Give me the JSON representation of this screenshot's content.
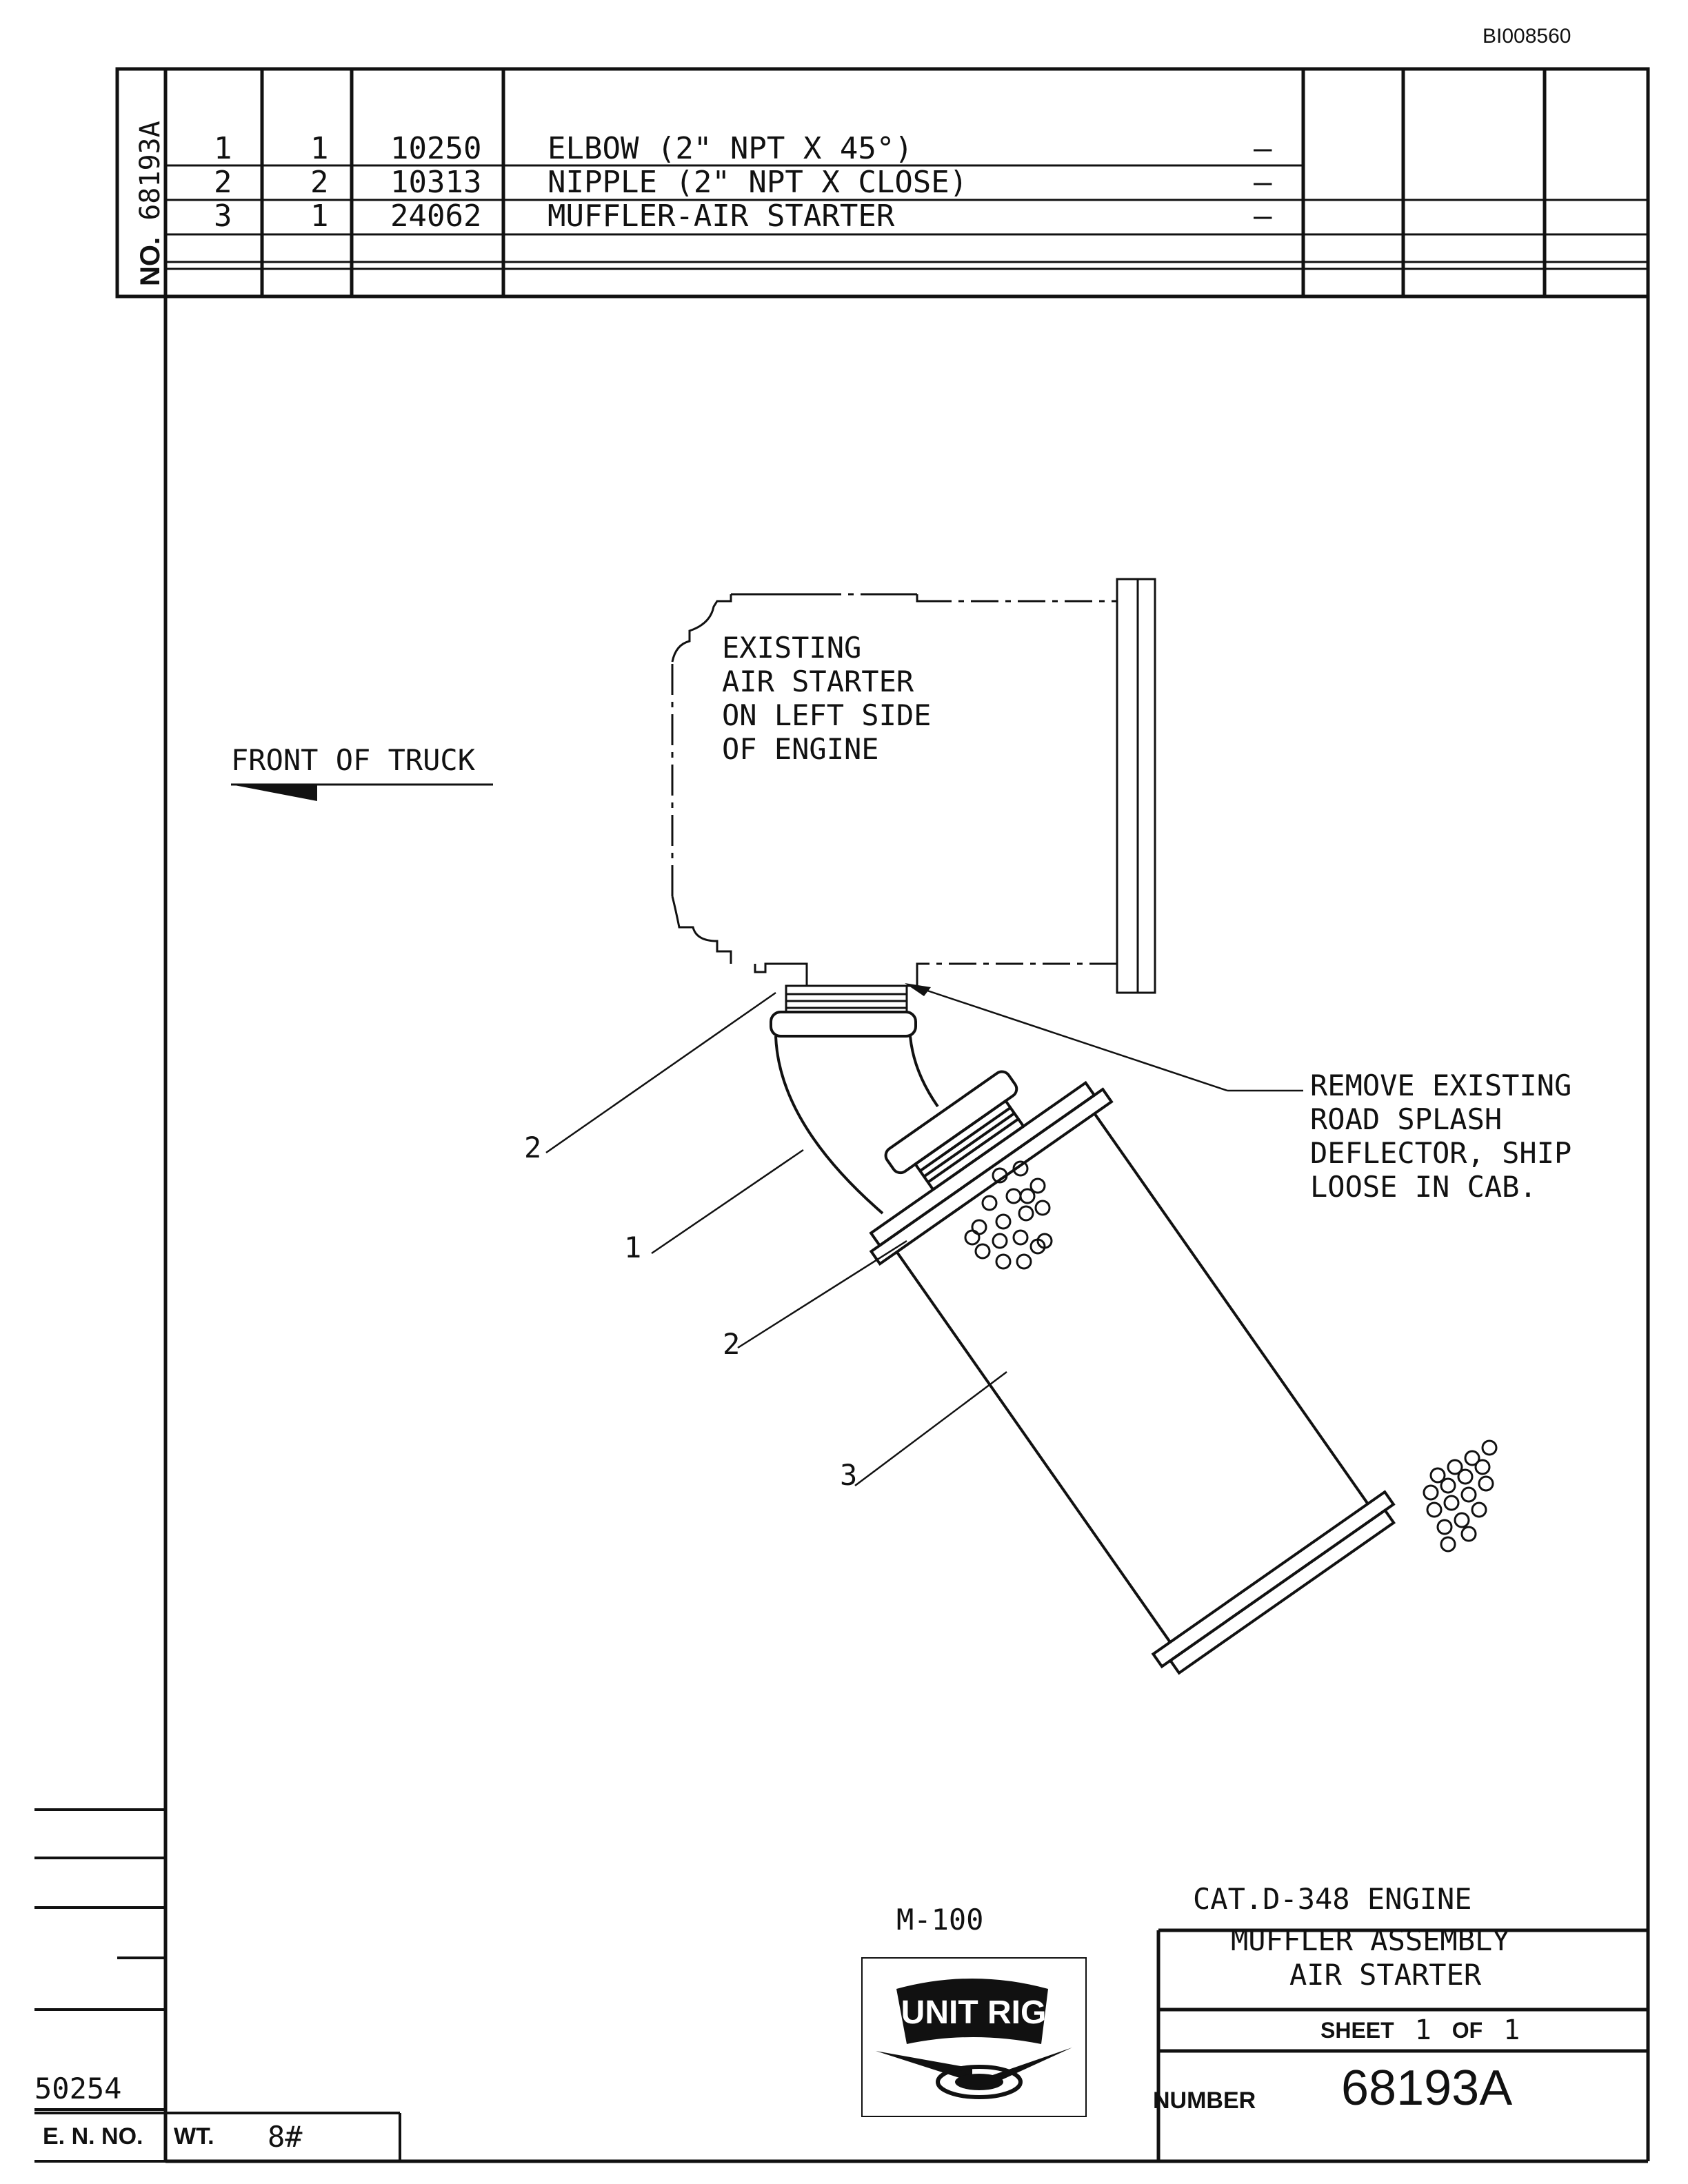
{
  "document_id": "BI008560",
  "bom": {
    "drawing_no_label": "NO.",
    "drawing_no": "68193A",
    "rows": [
      {
        "item": "1",
        "qty": "1",
        "part": "10250",
        "desc": "ELBOW (2\" NPT X 45°)",
        "mark": "—"
      },
      {
        "item": "2",
        "qty": "2",
        "part": "10313",
        "desc": "NIPPLE (2\" NPT X CLOSE)",
        "mark": "—"
      },
      {
        "item": "3",
        "qty": "1",
        "part": "24062",
        "desc": "MUFFLER-AIR STARTER",
        "mark": "—"
      }
    ]
  },
  "drawing": {
    "front_label": "FRONT OF TRUCK",
    "starter_note": [
      "EXISTING",
      "AIR STARTER",
      "ON LEFT SIDE",
      "OF ENGINE"
    ],
    "remove_note": [
      "REMOVE EXISTING",
      "ROAD SPLASH",
      "DEFLECTOR, SHIP",
      "LOOSE IN CAB."
    ],
    "callouts": {
      "c2a": "2",
      "c1": "1",
      "c2b": "2",
      "c3": "3"
    }
  },
  "title_block": {
    "model": "M-100",
    "logo_text": "UNIT RIG",
    "engine": "CAT.D-348 ENGINE",
    "title_line1": "MUFFLER ASSEMBLY",
    "title_line2": "AIR STARTER",
    "sheet_label": "SHEET",
    "sheet_num": "1",
    "of_label": "OF",
    "sheet_total": "1",
    "number_label": "NUMBER",
    "number": "68193A",
    "en_no_label": "E. N. NO.",
    "en_no": "50254",
    "wt_label": "WT.",
    "wt": "8#"
  }
}
